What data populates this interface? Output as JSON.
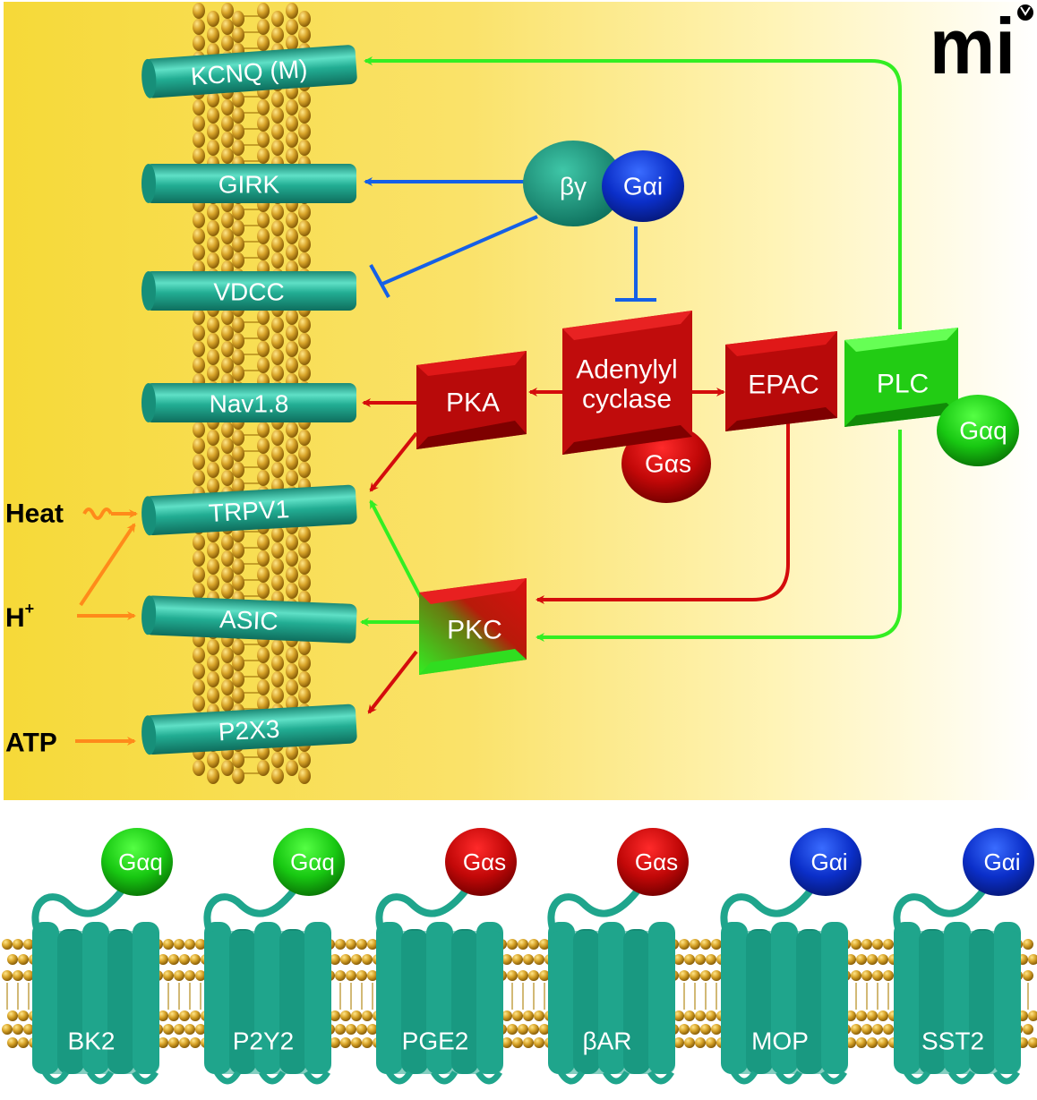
{
  "logo": {
    "text": "mi"
  },
  "channels": [
    {
      "id": "kcnq",
      "label": "KCNQ (M)"
    },
    {
      "id": "girk",
      "label": "GIRK"
    },
    {
      "id": "vdcc",
      "label": "VDCC"
    },
    {
      "id": "nav18",
      "label": "Nav1.8"
    },
    {
      "id": "trpv1",
      "label": "TRPV1"
    },
    {
      "id": "asic",
      "label": "ASIC"
    },
    {
      "id": "p2x3",
      "label": "P2X3"
    }
  ],
  "stimuli": [
    {
      "id": "heat",
      "label": "Heat",
      "target": "TRPV1"
    },
    {
      "id": "proton",
      "label": "H",
      "superscript": "+",
      "target": "TRPV1, ASIC"
    },
    {
      "id": "atp",
      "label": "ATP",
      "target": "P2X3"
    }
  ],
  "g_proteins": {
    "beta_gamma": "βγ",
    "g_alpha_i": "Gαi",
    "g_alpha_s": "Gαs",
    "g_alpha_q": "Gαq"
  },
  "enzymes": {
    "pka": "PKA",
    "adenylyl_cyclase_line1": "Adenylyl",
    "adenylyl_cyclase_line2": "cyclase",
    "epac": "EPAC",
    "plc": "PLC",
    "pkc": "PKC"
  },
  "edges": [
    {
      "from": "PLC",
      "to": "KCNQ (M)",
      "type": "activate",
      "color": "green"
    },
    {
      "from": "βγ",
      "to": "GIRK",
      "type": "activate",
      "color": "blue"
    },
    {
      "from": "βγ",
      "to": "VDCC",
      "type": "inhibit",
      "color": "blue"
    },
    {
      "from": "Gαi",
      "to": "Adenylyl cyclase",
      "type": "inhibit",
      "color": "blue"
    },
    {
      "from": "Adenylyl cyclase",
      "to": "PKA",
      "type": "activate",
      "color": "red"
    },
    {
      "from": "Adenylyl cyclase",
      "to": "EPAC",
      "type": "activate",
      "color": "red"
    },
    {
      "from": "PKA",
      "to": "Nav1.8",
      "type": "activate",
      "color": "red"
    },
    {
      "from": "PKA",
      "to": "TRPV1",
      "type": "activate",
      "color": "red"
    },
    {
      "from": "PKC",
      "to": "TRPV1",
      "type": "activate",
      "color": "green"
    },
    {
      "from": "PKC",
      "to": "ASIC",
      "type": "activate",
      "color": "green"
    },
    {
      "from": "PKC",
      "to": "P2X3",
      "type": "activate",
      "color": "red"
    },
    {
      "from": "EPAC",
      "to": "PKC",
      "type": "activate",
      "color": "red"
    },
    {
      "from": "PLC",
      "to": "PKC",
      "type": "activate",
      "color": "green"
    }
  ],
  "receptors": [
    {
      "label": "BK2",
      "g_protein": "Gαq",
      "g_color": "green"
    },
    {
      "label": "P2Y2",
      "g_protein": "Gαq",
      "g_color": "green"
    },
    {
      "label": "PGE2",
      "g_protein": "Gαs",
      "g_color": "red"
    },
    {
      "label": "βAR",
      "g_protein": "Gαs",
      "g_color": "red"
    },
    {
      "label": "MOP",
      "g_protein": "Gαi",
      "g_color": "blue"
    },
    {
      "label": "SST2",
      "g_protein": "Gαi",
      "g_color": "blue"
    }
  ],
  "colors": {
    "background_yellow": "#f7dc4a",
    "channel_teal": "#1fa58c",
    "membrane_gold": "#c9981c",
    "green": "#22dd11",
    "green_arrow": "#33ee22",
    "blue": "#1560e6",
    "blue_dark": "#0a1aa8",
    "red": "#c40a0a",
    "orange": "#ff8a1a"
  }
}
